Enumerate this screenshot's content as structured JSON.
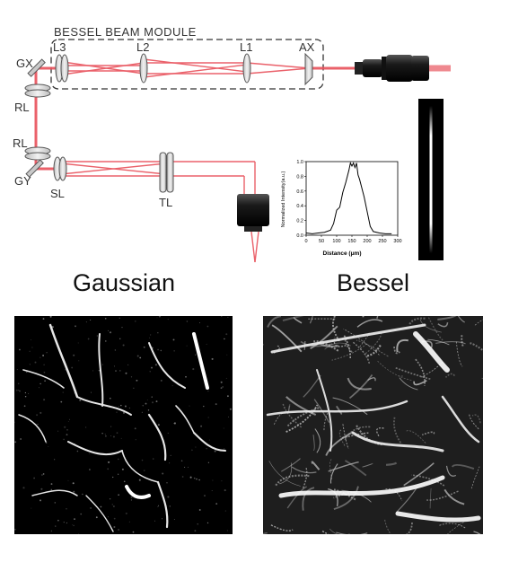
{
  "module": {
    "title": "BESSEL BEAM MODULE"
  },
  "labels": {
    "gx": "GX",
    "l3": "L3",
    "l2": "L2",
    "l1": "L1",
    "ax": "AX",
    "rl_top": "RL",
    "rl_bottom": "RL",
    "gy": "GY",
    "sl": "SL",
    "tl": "TL"
  },
  "colors": {
    "beam": "#e8505a",
    "lens": "#d9d9d9",
    "ink": "#333333"
  },
  "chart_data": {
    "type": "line",
    "xlabel": "Distance (μm)",
    "ylabel": "Normalized Intensity(a.u.)",
    "xlim": [
      0,
      300
    ],
    "ylim": [
      0,
      1.0
    ],
    "x_ticks": [
      "0",
      "50",
      "100",
      "150",
      "200",
      "250",
      "300"
    ],
    "y_ticks": [
      "0.0",
      "0.2",
      "0.4",
      "0.6",
      "0.8",
      "1.0"
    ],
    "x": [
      0,
      20,
      40,
      60,
      80,
      90,
      100,
      110,
      115,
      120,
      130,
      140,
      145,
      150,
      155,
      160,
      165,
      170,
      175,
      180,
      190,
      200,
      210,
      220,
      240,
      260,
      280
    ],
    "y": [
      0.03,
      0.02,
      0.03,
      0.04,
      0.07,
      0.16,
      0.34,
      0.38,
      0.48,
      0.58,
      0.72,
      0.88,
      0.98,
      0.94,
      0.98,
      0.92,
      0.98,
      0.82,
      0.76,
      0.68,
      0.52,
      0.32,
      0.12,
      0.05,
      0.03,
      0.02,
      0.02
    ]
  },
  "captions": {
    "gaussian": "Gaussian",
    "bessel": "Bessel"
  }
}
